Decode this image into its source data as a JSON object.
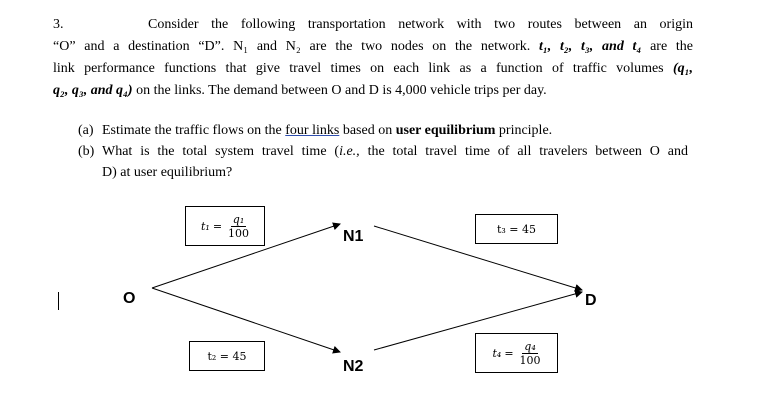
{
  "question": {
    "number": "3.",
    "line1": "Consider the following transportation network with two routes between an origin",
    "line2": "“O” and a destination “D”. N₁ and N₂ are the two nodes on the network.",
    "line2_vars": "t₁, t₂, t₃, and t₄",
    "line2_end": "are the",
    "line3": "link performance functions that give travel times on each link as a function of traffic volumes",
    "line3_vars": "(q₁,",
    "line4_vars": "q₂, q₃, and q₄)",
    "line4": "on the links. The demand between O and D is 4,000 vehicle trips per day."
  },
  "parts": {
    "a_label": "(a)",
    "a_pre": "Estimate the traffic flows on the",
    "a_link": "four links",
    "a_mid": "based on",
    "a_bold": "user equilibrium",
    "a_post": "principle.",
    "b_label": "(b)",
    "b_pre": "What is the total system travel time (",
    "b_ie": "i.e.,",
    "b_post": "the total travel time of all travelers between O and",
    "b_line2": "D) at user equilibrium?"
  },
  "network": {
    "nodes": {
      "origin": "O",
      "destination": "D",
      "n1": "N1",
      "n2": "N2"
    },
    "t1": {
      "var": "t₁",
      "eq": "=",
      "num": "q₁",
      "den": "100"
    },
    "t2": {
      "text": "t₂ = 45"
    },
    "t3": {
      "text": "t₃ = 45"
    },
    "t4": {
      "var": "t₄",
      "eq": "=",
      "num": "q₄",
      "den": "100"
    }
  }
}
